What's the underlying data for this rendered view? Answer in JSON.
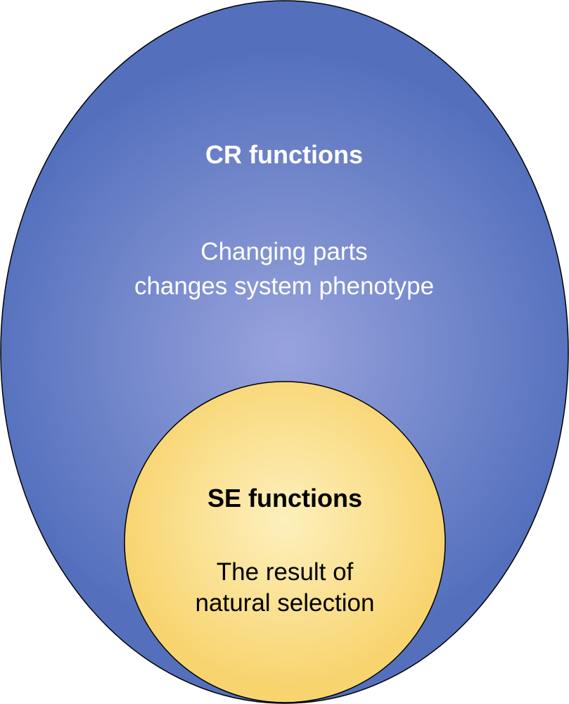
{
  "outer_set": {
    "title": "CR functions",
    "description_line1": "Changing parts",
    "description_line2": "changes system phenotype",
    "color_center": "#98a3dc",
    "color_edge": "#5470bd",
    "text_color": "#ffffff"
  },
  "inner_set": {
    "title": "SE functions",
    "description_line1": "The result of",
    "description_line2": "natural selection",
    "color_center": "#fdf0bd",
    "color_edge": "#f8d46f",
    "text_color": "#000000"
  }
}
